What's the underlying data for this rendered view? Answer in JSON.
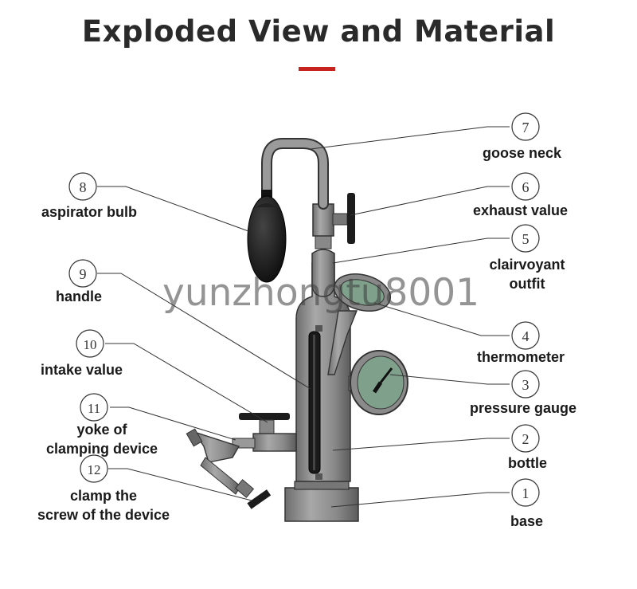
{
  "title": "Exploded View and Material",
  "watermark": "yunzhongtu8001",
  "parts": [
    {
      "number": "1",
      "label": "base"
    },
    {
      "number": "2",
      "label": "bottle"
    },
    {
      "number": "3",
      "label": "pressure gauge"
    },
    {
      "number": "4",
      "label": "thermometer"
    },
    {
      "number": "5",
      "label": "clairvoyant\noutfit"
    },
    {
      "number": "6",
      "label": "exhaust value"
    },
    {
      "number": "7",
      "label": "goose neck"
    },
    {
      "number": "8",
      "label": "aspirator bulb"
    },
    {
      "number": "9",
      "label": "handle"
    },
    {
      "number": "10",
      "label": "intake value"
    },
    {
      "number": "11",
      "label": "yoke of\nclamping device"
    },
    {
      "number": "12",
      "label": "clamp the\nscrew of the device"
    }
  ],
  "colors": {
    "accent": "#c8241f",
    "metal": "#8a8a8a",
    "dark": "#1c1c1c",
    "glass": "#7fa08a"
  }
}
